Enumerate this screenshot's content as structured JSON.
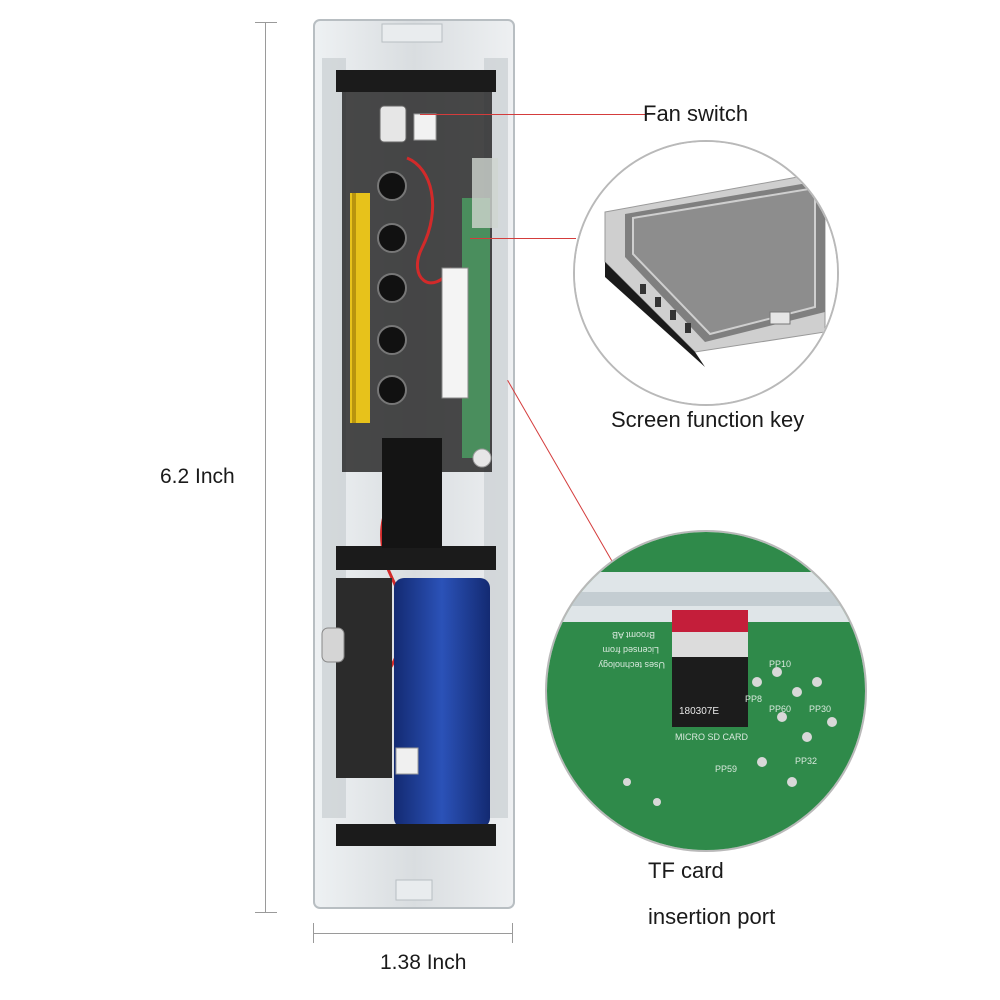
{
  "dimensions": {
    "height_label": "6.2 Inch",
    "width_label": "1.38 Inch"
  },
  "callouts": {
    "fan_switch": "Fan switch",
    "screen_function_key": "Screen function key",
    "tf_card_line1": "TF card",
    "tf_card_line2": "insertion port"
  },
  "pcb_text": {
    "license_1": "Licensed from",
    "license_2": "Uses technology",
    "license_3": "Broomt AB",
    "sd_label": "MICRO SD CARD",
    "card_code": "180307E",
    "pp10": "PP10",
    "pp8": "PP8",
    "pp30": "PP30",
    "pp60": "PP60",
    "pp59": "PP59",
    "pp32": "PP32"
  },
  "colors": {
    "pcb_green": "#2f8a4a",
    "callout_line": "#d43c3c",
    "dimension_line": "#9a9a9a",
    "battery_blue": "#1f3f9a"
  }
}
